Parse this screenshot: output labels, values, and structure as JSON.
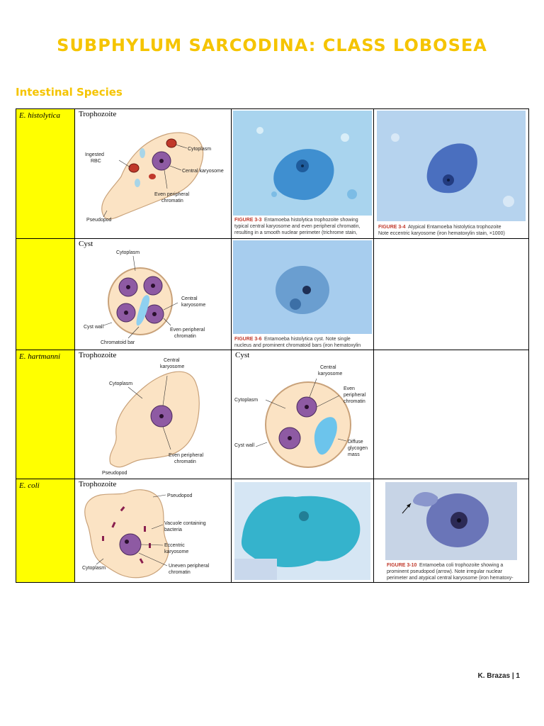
{
  "title": "SUBPHYLUM SARCODINA: CLASS LOBOSEA",
  "section": "Intestinal Species",
  "rows": [
    {
      "species": "E. histolytica",
      "stage": "Trophozoite",
      "labels": [
        "Cytoplasm",
        "Ingested",
        "RBC",
        "Central karyosome",
        "Even peripheral",
        "chromatin",
        "Pseudopod"
      ],
      "fig1": {
        "label": "FIGURE 3-3",
        "lines": [
          "Entamoeba histolytica trophozoite showing",
          "typical central karyosome and even peripheral chromatin,",
          "resulting in a smooth nuclear perimeter (trichrome stain,"
        ]
      },
      "fig2": {
        "label": "FIGURE 3-4",
        "lines": [
          "Atypical Entamoeba histolytica trophozoite",
          "Note eccentric karyosome (iron hematoxylin stain, ×1000)"
        ]
      }
    },
    {
      "species": "",
      "stage": "Cyst",
      "labels": [
        "Cytoplasm",
        "Central",
        "karyosome",
        "Cyst wall",
        "Even peripheral",
        "chromatin",
        "Chromatoid bar"
      ],
      "fig1": {
        "label": "FIGURE 3-6",
        "lines": [
          "Entamoeba histolytica cyst. Note single",
          "nucleus and prominent chromatoid bars (iron hematoxylin"
        ]
      }
    },
    {
      "species": "E. hartmanni",
      "stage": "Trophozoite",
      "stage2": "Cyst",
      "labels": [
        "Central",
        "karyosome",
        "Cytoplasm",
        "Even peripheral",
        "chromatin",
        "Pseudopod"
      ],
      "labels2": [
        "Central",
        "karyosome",
        "Even",
        "peripheral",
        "chromatin",
        "Cytoplasm",
        "Cyst wall",
        "Diffuse",
        "glycogen",
        "mass"
      ]
    },
    {
      "species": "E. coli",
      "stage": "Trophozoite",
      "labels": [
        "Pseudopod",
        "Vacuole containing",
        "bacteria",
        "Eccentric",
        "karyosome",
        "Cytoplasm",
        "Uneven peripheral",
        "chromatin"
      ],
      "fig2": {
        "label": "FIGURE 3-10",
        "lines": [
          "Entamoeba coli trophozoite showing a",
          "prominent pseudopod (arrow). Note irregular nuclear",
          "perimeter and atypical central karyosome (iron hematoxy-"
        ]
      }
    }
  ],
  "footer": "K. Brazas | 1",
  "colors": {
    "accent": "#f5c400",
    "species_bg": "#ffff00",
    "cell_body": "#fbe3c4",
    "nucleus": "#7b4a8c",
    "stain_blue": "#3f8fd0"
  }
}
